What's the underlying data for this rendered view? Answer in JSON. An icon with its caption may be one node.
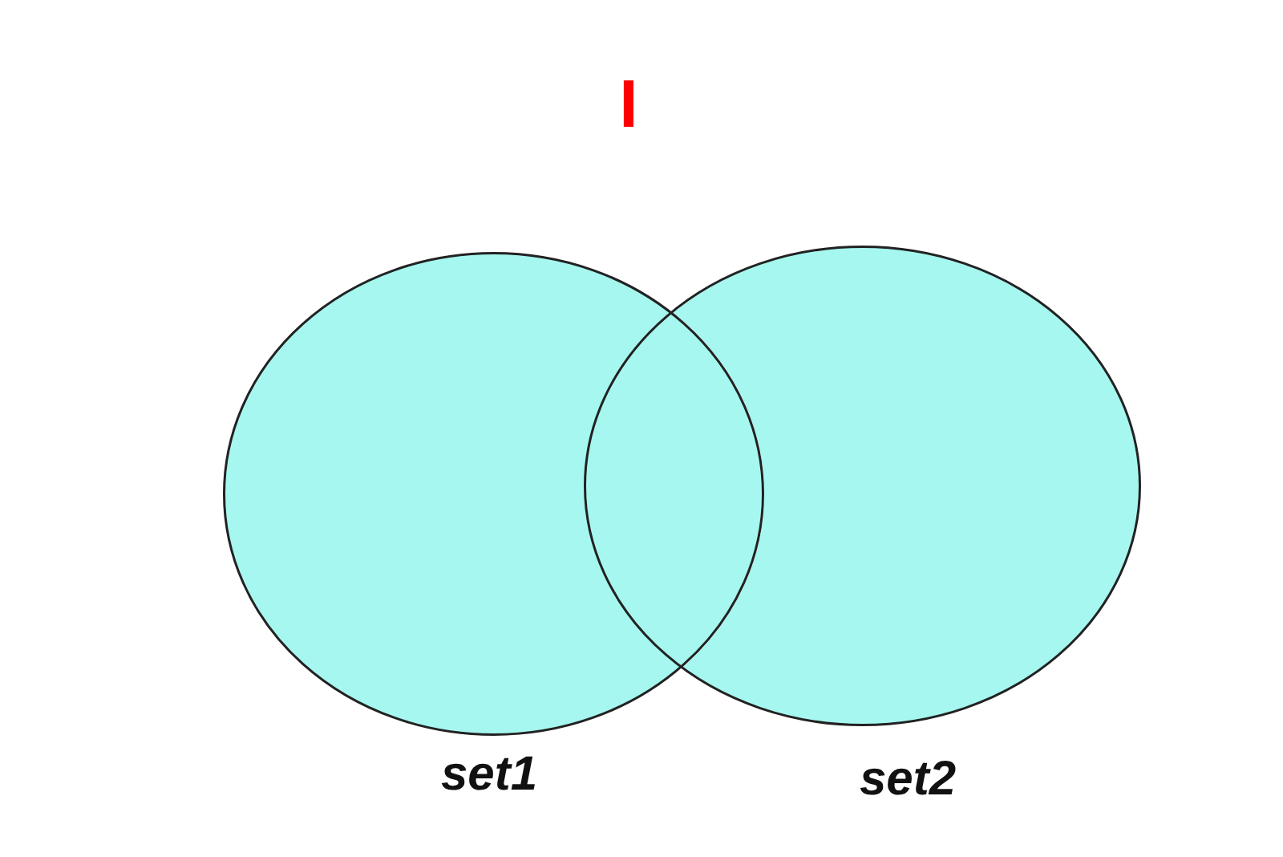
{
  "diagram": {
    "title": "I",
    "nodes": [
      {
        "text": [
          "set1"
        ]
      },
      {
        "text": [
          "set2"
        ]
      }
    ]
  }
}
